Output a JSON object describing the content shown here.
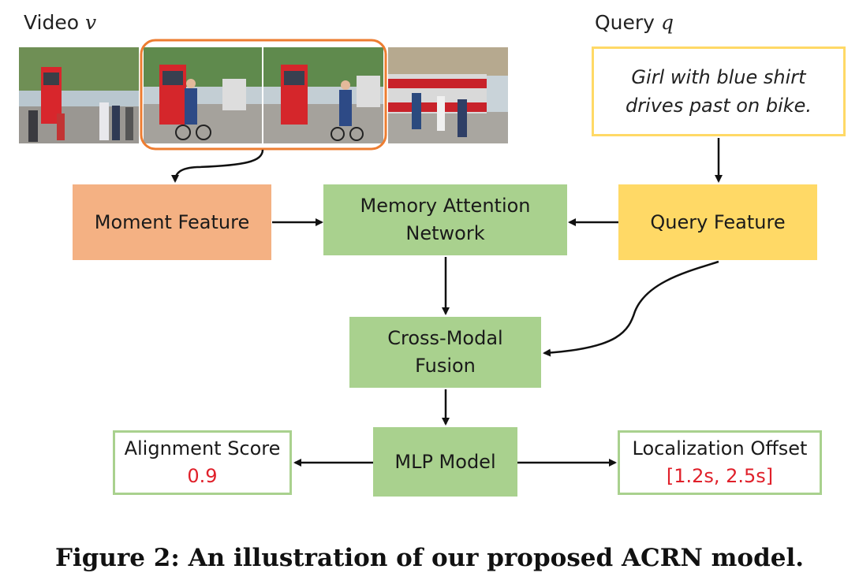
{
  "video_label": {
    "text": "Video ",
    "var": "v"
  },
  "query_label": {
    "text": "Query ",
    "var": "q"
  },
  "query_text": "Girl with blue shirt drives past on bike.",
  "nodes": {
    "moment_feature": "Moment Feature",
    "memory_attention_line1": "Memory Attention",
    "memory_attention_line2": "Network",
    "query_feature": "Query Feature",
    "cross_modal_line1": "Cross-Modal",
    "cross_modal_line2": "Fusion",
    "mlp_model": "MLP Model",
    "alignment_score_label": "Alignment Score",
    "alignment_score_value": "0.9",
    "localization_offset_label": "Localization Offset",
    "localization_offset_value": "[1.2s, 2.5s]"
  },
  "caption": "Figure 2: An illustration of our proposed ACRN model.",
  "colors": {
    "moment": "#f4b183",
    "network": "#a9d18e",
    "query": "#ffd966",
    "highlight": "#ed7d31",
    "value_text": "#e0202a"
  }
}
